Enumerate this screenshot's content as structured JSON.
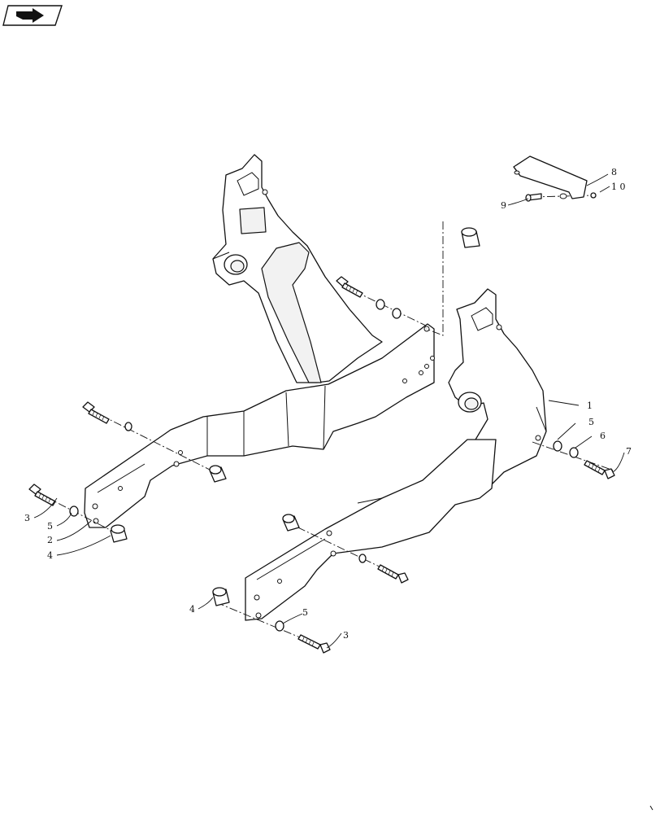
{
  "icons": {
    "nav_icon": "next-page-arrow-icon"
  },
  "callouts": {
    "c1": "1",
    "c2": "2",
    "c3a": "3",
    "c3b": "3",
    "c4a": "4",
    "c4b": "4",
    "c5a": "5",
    "c5b": "5",
    "c5c": "5",
    "c6": "6",
    "c7": "7",
    "c8": "8",
    "c9": "9",
    "c10": "1 0"
  }
}
